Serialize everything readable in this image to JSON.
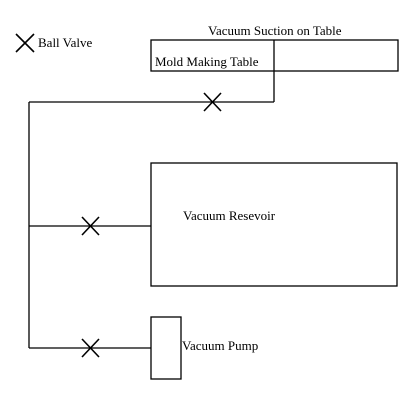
{
  "legend": {
    "symbol": "ball-valve-icon",
    "label": "Ball Valve"
  },
  "labels": {
    "vacuum_suction": "Vacuum Suction on Table",
    "mold_table": "Mold Making Table",
    "reservoir": "Vacuum Resevoir",
    "pump": "Vacuum Pump"
  },
  "colors": {
    "line": "#000000",
    "background": "#ffffff"
  }
}
